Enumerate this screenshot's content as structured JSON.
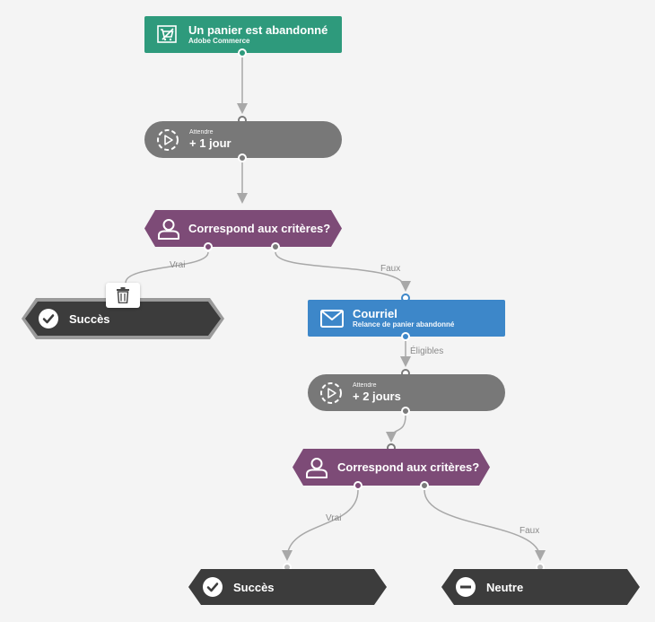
{
  "workflow": {
    "trigger": {
      "title": "Un panier est abandonné",
      "subtitle": "Adobe Commerce",
      "icon": "cart-icon",
      "color": "#2e9a7c"
    },
    "wait1": {
      "prefix": "Attendre",
      "title": "+ 1 jour",
      "icon": "play-dashed-icon",
      "color": "#787878"
    },
    "condition1": {
      "title": "Correspond aux critères?",
      "icon": "person-icon",
      "color": "#7d4b77"
    },
    "branch1_true_label": "Vrai",
    "branch1_false_label": "Faux",
    "success1": {
      "title": "Succès",
      "icon": "check-circle-icon",
      "color": "#3c3c3c"
    },
    "trash_icon": "trash-icon",
    "email": {
      "title": "Courriel",
      "subtitle": "Relance de panier abandonné",
      "icon": "envelope-icon",
      "color": "#3d87c9"
    },
    "email_out_label": "Éligibles",
    "wait2": {
      "prefix": "Attendre",
      "title": "+ 2 jours",
      "icon": "play-dashed-icon"
    },
    "condition2": {
      "title": "Correspond aux critères?",
      "icon": "person-icon"
    },
    "branch2_true_label": "Vrai",
    "branch2_false_label": "Faux",
    "success2": {
      "title": "Succès",
      "icon": "check-circle-icon"
    },
    "neutral": {
      "title": "Neutre",
      "icon": "minus-circle-icon"
    }
  }
}
